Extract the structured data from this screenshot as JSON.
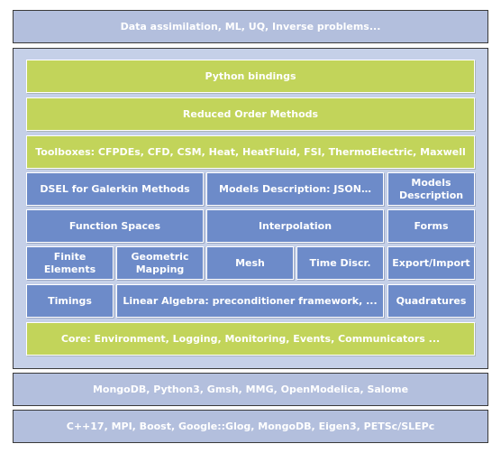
{
  "top_layer": "Data assimilation, ML, UQ, Inverse problems...",
  "python_bindings": "Python bindings",
  "reduced_order_methods": "Reduced Order Methods",
  "toolboxes": "Toolboxes: CFPDEs, CFD, CSM, Heat, HeatFluid, FSI, ThermoElectric, Maxwell",
  "dsel_galerkin": "DSEL for Galerkin Methods",
  "models_description_json": "Models Description: JSON…",
  "models_description": "Models Description",
  "function_spaces": "Function Spaces",
  "interpolation": "Interpolation",
  "forms": "Forms",
  "finite_elements": "Finite Elements",
  "geometric_mapping": "Geometric Mapping",
  "mesh": "Mesh",
  "time_discr": "Time Discr.",
  "export_import": "Export/Import",
  "timings": "Timings",
  "linear_algebra": "Linear Algebra: preconditioner framework, ...",
  "quadratures": "Quadratures",
  "core": "Core: Environment, Logging, Monitoring, Events, Communicators ...",
  "dependencies_top": "MongoDB, Python3, Gmsh, MMG, OpenModelica, Salome",
  "dependencies_bottom": "C++17, MPI, Boost, Google::Glog, MongoDB, Eigen3, PETSc/SLEPc",
  "colors": {
    "green_block": "#c2d45a",
    "blue_block": "#6d8bc9",
    "outer_layer": "#b3bfdd",
    "frame": "#c5d0e8"
  }
}
